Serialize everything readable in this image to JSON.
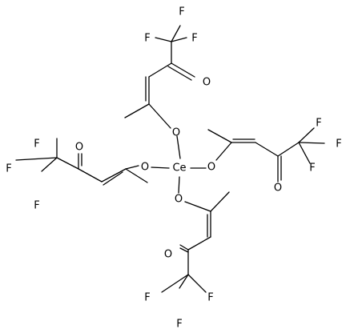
{
  "molecule": {
    "labels": {
      "ce": "Ce",
      "o": "O",
      "f": "F"
    }
  }
}
